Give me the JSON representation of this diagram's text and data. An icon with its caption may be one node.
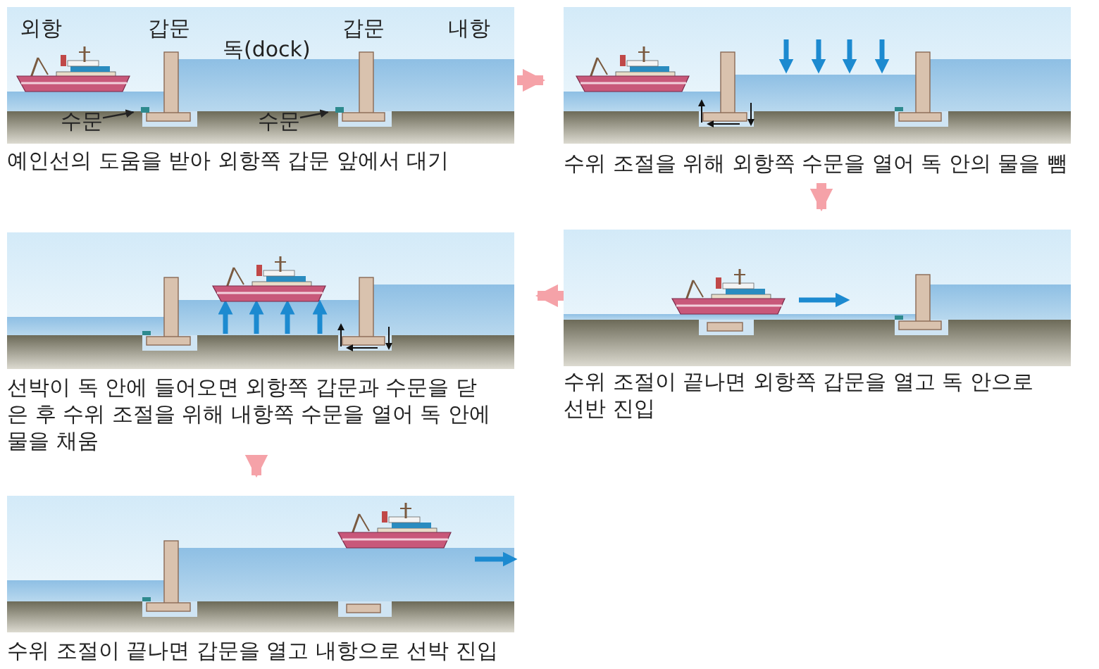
{
  "diagram": {
    "nodes": [
      {
        "text": [
          "예인선의 도움을 받아 외항쪽 갑문 앞에서 대기"
        ]
      },
      {
        "text": [
          "수위 조절을 위해 외항쪽 수문을 열어 독 안의 물을 뺌"
        ]
      },
      {
        "text": [
          "선박이 독 안에 들어오면 외항쪽 갑문과 수문을 닫은 후 수위 조절을 위해 내항쪽 수문을 열어 독 안에 물을 채움"
        ]
      },
      {
        "text": [
          "수위 조절이 끝나면 외항쪽 갑문을 열고 독 안으로 선반 진입"
        ]
      },
      {
        "text": [
          "수위 조절이 끝나면 갑문을 열고 내항으로 선박 진입"
        ]
      },
      {
        "text": [
          "수문"
        ],
        "in": 0
      },
      {
        "text": [],
        "shape": "box",
        "in": 0
      },
      {
        "text": [
          "수문"
        ],
        "in": 0
      },
      {
        "text": [],
        "shape": "box",
        "in": 0
      }
    ],
    "edges": [
      {
        "from": 0,
        "to": 1,
        "arrow": "to"
      },
      {
        "from": 1,
        "to": 3,
        "arrow": "to"
      },
      {
        "from": 3,
        "to": 2,
        "arrow": "to"
      },
      {
        "from": 2,
        "to": 4,
        "arrow": "to"
      },
      {
        "from": 5,
        "to": 6,
        "arrow": "to",
        "color": "#222222"
      },
      {
        "from": 7,
        "to": 8,
        "arrow": "to",
        "color": "#222222"
      }
    ],
    "labels": [
      "외항",
      "갑문",
      "독(dock)",
      "갑문",
      "내항"
    ]
  }
}
